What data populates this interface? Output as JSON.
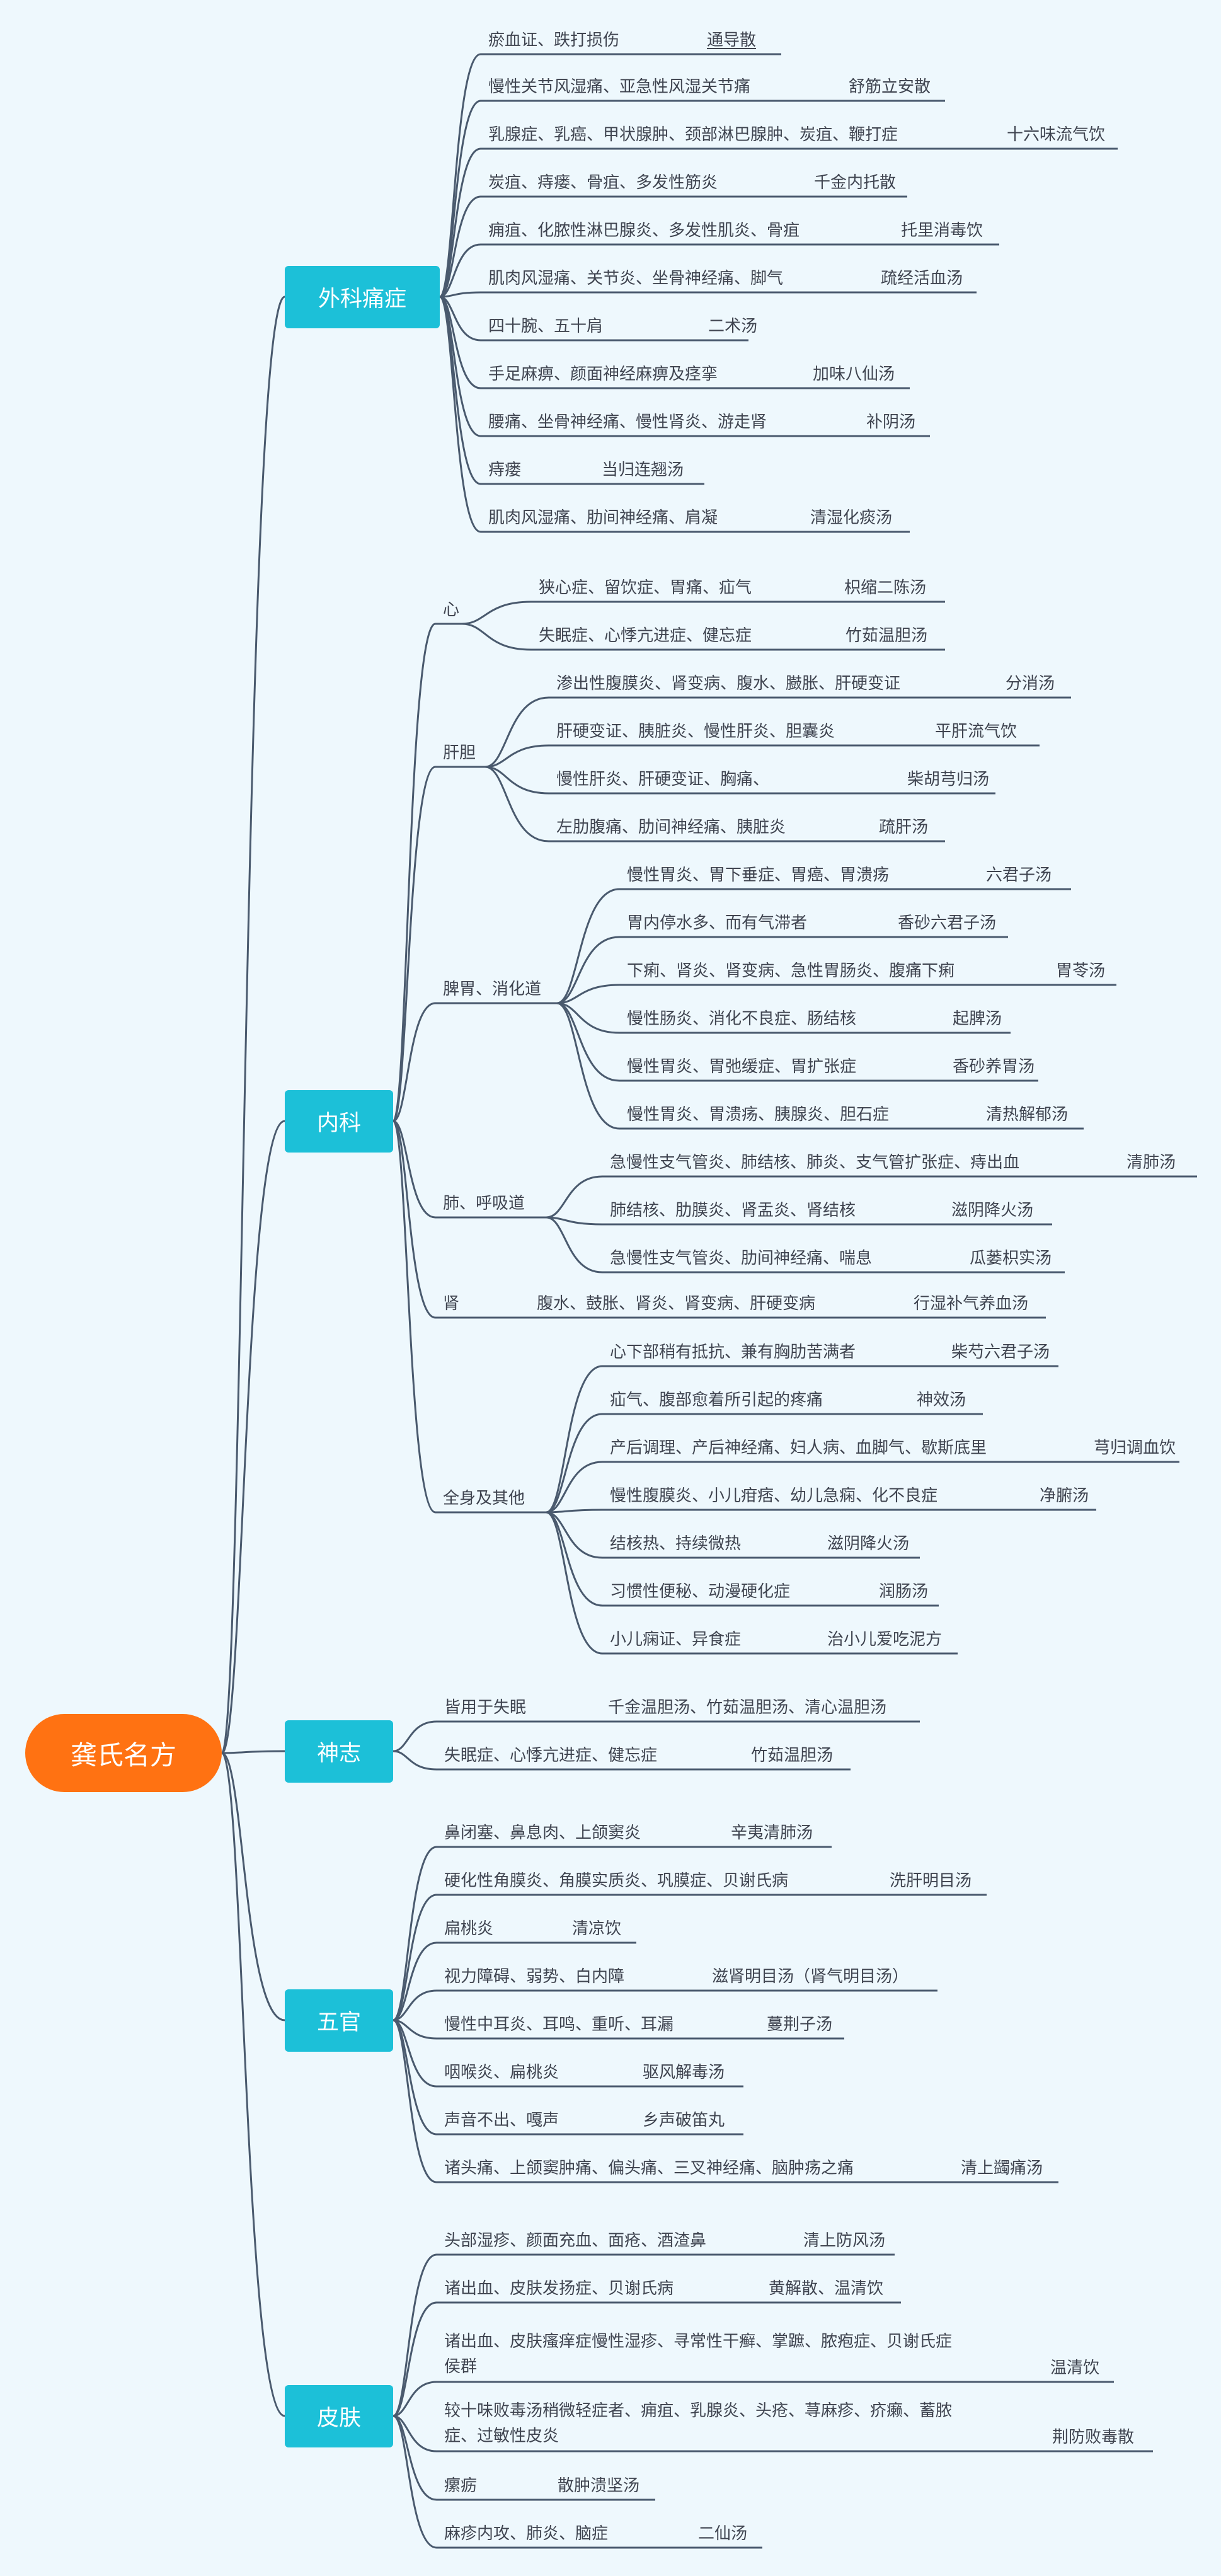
{
  "colors": {
    "root": "#ff7212",
    "category": "#1cc0d8",
    "line": "#4a5a6e",
    "background": "#eef8fd"
  },
  "root": {
    "label": "龚氏名方"
  },
  "categories": [
    {
      "id": "waike",
      "label": "外科痛症",
      "items": [
        {
          "text": "瘀血证、跌打损伤",
          "remedy": "通导散"
        },
        {
          "text": "慢性关节风湿痛、亚急性风湿关节痛",
          "remedy": "舒筋立安散"
        },
        {
          "text": "乳腺症、乳癌、甲状腺肿、颈部淋巴腺肿、炭疽、鞭打症",
          "remedy": "十六味流气饮"
        },
        {
          "text": "炭疽、痔瘘、骨疽、多发性筋炎",
          "remedy": "千金内托散"
        },
        {
          "text": "痈疽、化脓性淋巴腺炎、多发性肌炎、骨疽",
          "remedy": "托里消毒饮"
        },
        {
          "text": "肌肉风湿痛、关节炎、坐骨神经痛、脚气",
          "remedy": "疏经活血汤"
        },
        {
          "text": "四十腕、五十肩",
          "remedy": "二术汤"
        },
        {
          "text": "手足麻痹、颜面神经麻痹及痉挛",
          "remedy": "加味八仙汤"
        },
        {
          "text": "腰痛、坐骨神经痛、慢性肾炎、游走肾",
          "remedy": "补阴汤"
        },
        {
          "text": "痔瘘",
          "remedy": "当归连翘汤"
        },
        {
          "text": "肌肉风湿痛、肋间神经痛、肩凝",
          "remedy": "清湿化痰汤"
        }
      ]
    },
    {
      "id": "neike",
      "label": "内科",
      "subs": [
        {
          "label": "心",
          "items": [
            {
              "text": "狭心症、留饮症、胃痛、疝气",
              "remedy": "枳缩二陈汤"
            },
            {
              "text": "失眠症、心悸亢进症、健忘症",
              "remedy": "竹茹温胆汤"
            }
          ]
        },
        {
          "label": "肝胆",
          "items": [
            {
              "text": "渗出性腹膜炎、肾变病、腹水、臌胀、肝硬变证",
              "remedy": "分消汤"
            },
            {
              "text": "肝硬变证、胰脏炎、慢性肝炎、胆囊炎",
              "remedy": "平肝流气饮"
            },
            {
              "text": "慢性肝炎、肝硬变证、胸痛、",
              "remedy": "柴胡芎归汤"
            },
            {
              "text": "左肋腹痛、肋间神经痛、胰脏炎",
              "remedy": "疏肝汤"
            }
          ]
        },
        {
          "label": "脾胃、消化道",
          "items": [
            {
              "text": "慢性胃炎、胃下垂症、胃癌、胃溃疡",
              "remedy": "六君子汤"
            },
            {
              "text": "胃内停水多、而有气滞者",
              "remedy": "香砂六君子汤"
            },
            {
              "text": "下痢、肾炎、肾变病、急性胃肠炎、腹痛下痢",
              "remedy": "胃苓汤"
            },
            {
              "text": "慢性肠炎、消化不良症、肠结核",
              "remedy": "起脾汤"
            },
            {
              "text": "慢性胃炎、胃弛缓症、胃扩张症",
              "remedy": "香砂养胃汤"
            },
            {
              "text": "慢性胃炎、胃溃疡、胰腺炎、胆石症",
              "remedy": "清热解郁汤"
            }
          ]
        },
        {
          "label": "肺、呼吸道",
          "items": [
            {
              "text": "急慢性支气管炎、肺结核、肺炎、支气管扩张症、痔出血",
              "remedy": "清肺汤"
            },
            {
              "text": "肺结核、肋膜炎、肾盂炎、肾结核",
              "remedy": "滋阴降火汤"
            },
            {
              "text": "急慢性支气管炎、肋间神经痛、喘息",
              "remedy": "瓜蒌枳实汤"
            }
          ]
        },
        {
          "label": "肾",
          "items": [
            {
              "text": "腹水、鼓胀、肾炎、肾变病、肝硬变病",
              "remedy": "行湿补气养血汤"
            }
          ]
        },
        {
          "label": "全身及其他",
          "items": [
            {
              "text": "心下部稍有抵抗、兼有胸肋苦满者",
              "remedy": "柴芍六君子汤"
            },
            {
              "text": "疝气、腹部愈着所引起的疼痛",
              "remedy": "神效汤"
            },
            {
              "text": "产后调理、产后神经痛、妇人病、血脚气、歇斯底里",
              "remedy": "芎归调血饮"
            },
            {
              "text": "慢性腹膜炎、小儿疳痞、幼儿急痫、化不良症",
              "remedy": "净腑汤"
            },
            {
              "text": "结核热、持续微热",
              "remedy": "滋阴降火汤"
            },
            {
              "text": "习惯性便秘、动漫硬化症",
              "remedy": "润肠汤"
            },
            {
              "text": "小儿痫证、异食症",
              "remedy": "治小儿爱吃泥方"
            }
          ]
        }
      ]
    },
    {
      "id": "shenzhi",
      "label": "神志",
      "items": [
        {
          "text": "皆用于失眠",
          "remedy": "千金温胆汤、竹茹温胆汤、清心温胆汤"
        },
        {
          "text": "失眠症、心悸亢进症、健忘症",
          "remedy": "竹茹温胆汤"
        }
      ]
    },
    {
      "id": "wuguan",
      "label": "五官",
      "items": [
        {
          "text": "鼻闭塞、鼻息肉、上颌窦炎",
          "remedy": "辛夷清肺汤"
        },
        {
          "text": "硬化性角膜炎、角膜实质炎、巩膜症、贝谢氏病",
          "remedy": "洗肝明目汤"
        },
        {
          "text": "扁桃炎",
          "remedy": "清凉饮"
        },
        {
          "text": "视力障碍、弱势、白内障",
          "remedy": "滋肾明目汤（肾气明目汤）"
        },
        {
          "text": "慢性中耳炎、耳鸣、重听、耳漏",
          "remedy": "蔓荆子汤"
        },
        {
          "text": "咽喉炎、扁桃炎",
          "remedy": "驱风解毒汤"
        },
        {
          "text": "声音不出、嘎声",
          "remedy": "乡声破笛丸"
        },
        {
          "text": "诸头痛、上颌窦肿痛、偏头痛、三叉神经痛、脑肿疡之痛",
          "remedy": "清上蠲痛汤"
        }
      ]
    },
    {
      "id": "pifu",
      "label": "皮肤",
      "items": [
        {
          "text": "头部湿疹、颜面充血、面疮、酒渣鼻",
          "remedy": "清上防风汤"
        },
        {
          "text": "诸出血、皮肤发扬症、贝谢氏病",
          "remedy": "黄解散、温清饮"
        },
        {
          "text": "诸出血、皮肤瘙痒症慢性湿疹、寻常性干癣、掌蹠、脓疱症、贝谢氏症侯群",
          "remedy": "温清饮"
        },
        {
          "text": "较十味败毒汤稍微轻症者、痈疽、乳腺炎、头疮、荨麻疹、疥癞、蓄脓症、过敏性皮炎",
          "remedy": "荆防败毒散"
        },
        {
          "text": "瘰疬",
          "remedy": "散肿溃坚汤"
        },
        {
          "text": "麻疹内攻、肺炎、脑症",
          "remedy": "二仙汤"
        }
      ]
    }
  ]
}
